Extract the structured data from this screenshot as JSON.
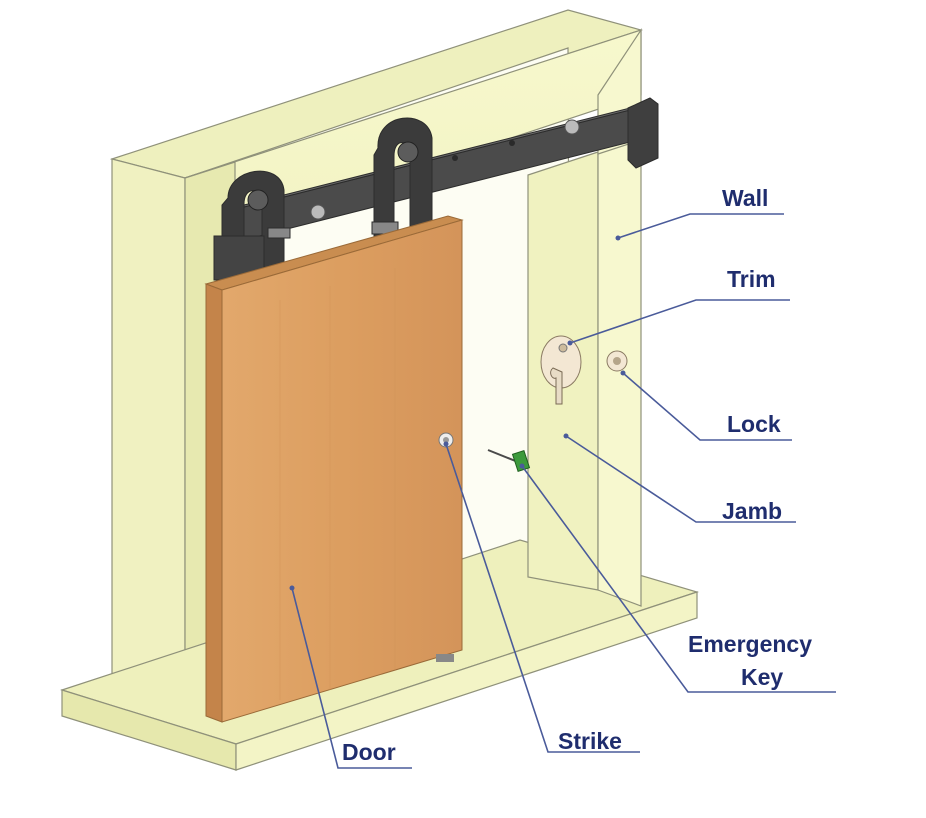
{
  "labels": {
    "wall": "Wall",
    "trim": "Trim",
    "lock": "Lock",
    "jamb": "Jamb",
    "emergency_key_line1": "Emergency",
    "emergency_key_line2": "Key",
    "strike": "Strike",
    "door": "Door"
  },
  "colors": {
    "label_text": "#1f2d6e",
    "leader_line": "#4a5b9a",
    "wall_front": "#f6f7c9",
    "wall_side": "#e8eab2",
    "wall_top": "#eef0bd",
    "door_face": "#dea165",
    "door_edge": "#b97a3c",
    "rail_hardware": "#4a4a4a",
    "trim_plate": "#f2e6d2",
    "key_green": "#3a9a3a"
  }
}
